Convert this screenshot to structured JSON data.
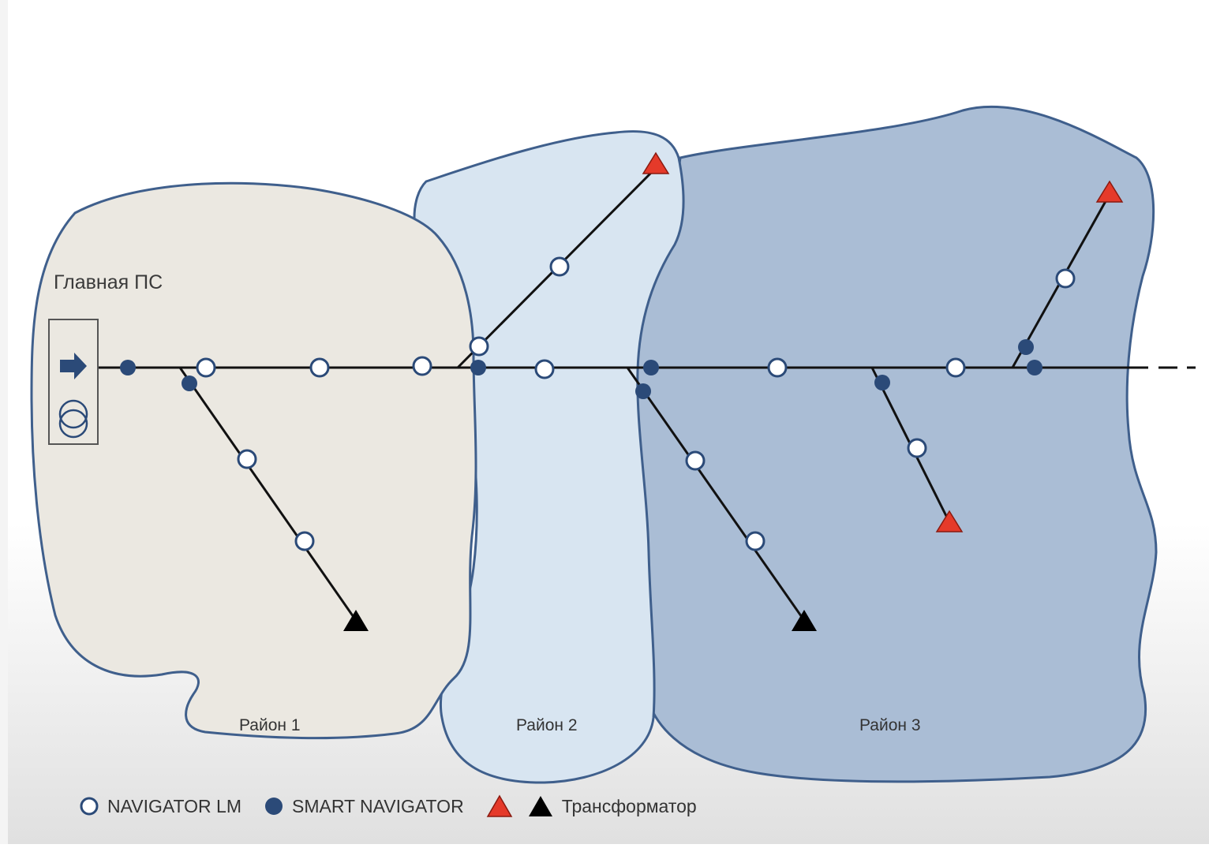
{
  "main_station": {
    "label": "Главная ПС"
  },
  "districts": [
    {
      "label": "Район 1",
      "fill": "#ebe8e1"
    },
    {
      "label": "Район 2",
      "fill": "#d8e5f1"
    },
    {
      "label": "Район 3",
      "fill": "#aabdd5"
    }
  ],
  "legend": {
    "navigator_lm": "NAVIGATOR LM",
    "smart_navigator": "SMART NAVIGATOR",
    "transformer": "Трансформатор"
  },
  "colors": {
    "outline": "#3f5f8c",
    "line": "#111111",
    "smart_node": "#2b4a78",
    "lm_node_fill": "#ffffff",
    "transformer_red": "#e53a2a",
    "transformer_black": "#000000",
    "arrow": "#2b4a78"
  }
}
